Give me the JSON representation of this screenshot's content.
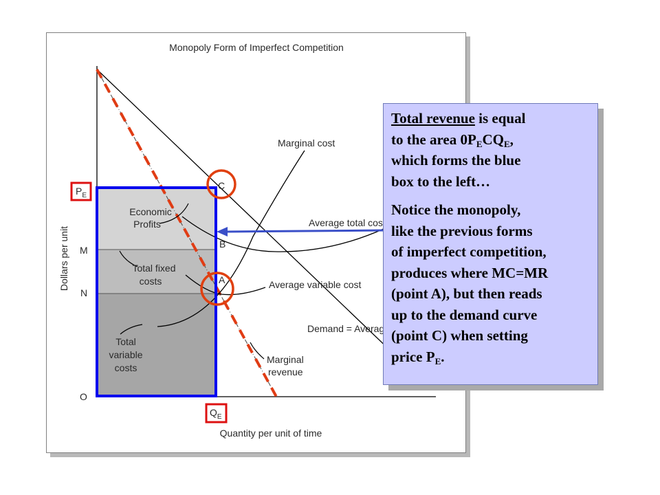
{
  "diagram": {
    "title": "Monopoly Form of Imperfect Competition",
    "y_axis_label": "Dollars per unit",
    "x_axis_label": "Quantity per unit of time",
    "y_ticks": {
      "pe_main": "P",
      "pe_sub": "E",
      "m": "M",
      "n": "N",
      "o": "O"
    },
    "x_ticks": {
      "qe_main": "Q",
      "qe_sub": "E"
    },
    "points": {
      "c": "C",
      "b": "B",
      "a": "A"
    },
    "curves": {
      "marginal_cost": "Marginal cost",
      "average_total_cost": "Average total cost",
      "average_variable_cost": "Average variable cost",
      "demand": "Demand = Average revenue",
      "marginal_revenue_1": "Marginal",
      "marginal_revenue_2": "revenue"
    },
    "regions": {
      "economic_profits_1": "Economic",
      "economic_profits_2": "Profits",
      "total_fixed_costs_1": "Total fixed",
      "total_fixed_costs_2": "costs",
      "total_variable_costs_1": "Total",
      "total_variable_costs_2": "variable",
      "total_variable_costs_3": "costs"
    },
    "colors": {
      "revenue_box": "#0000ee",
      "marker_circle": "#e04010",
      "label_box": "#dd1111",
      "marginal_revenue_dash": "#e03c14",
      "profit_fill": "#d4d4d4",
      "fixed_cost_fill": "#bdbdbd",
      "variable_cost_fill": "#a6a6a6"
    }
  },
  "callout": {
    "line1_underlined": "Total revenue",
    "line1_rest": " is equal",
    "line2_pre": "to the area 0P",
    "line2_sub1": "E",
    "line2_mid": "CQ",
    "line2_sub2": "E",
    "line2_post": ",",
    "line3": "which forms the blue",
    "line4": "box to the left…",
    "line5": "Notice the monopoly,",
    "line6": "like the previous forms",
    "line7": "of imperfect competition,",
    "line8": "produces where MC=MR",
    "line9": "(point A), but then reads",
    "line10": "up to the demand curve",
    "line11": "(point C) when setting",
    "line12_pre": "price P",
    "line12_sub": "E",
    "line12_post": "."
  }
}
